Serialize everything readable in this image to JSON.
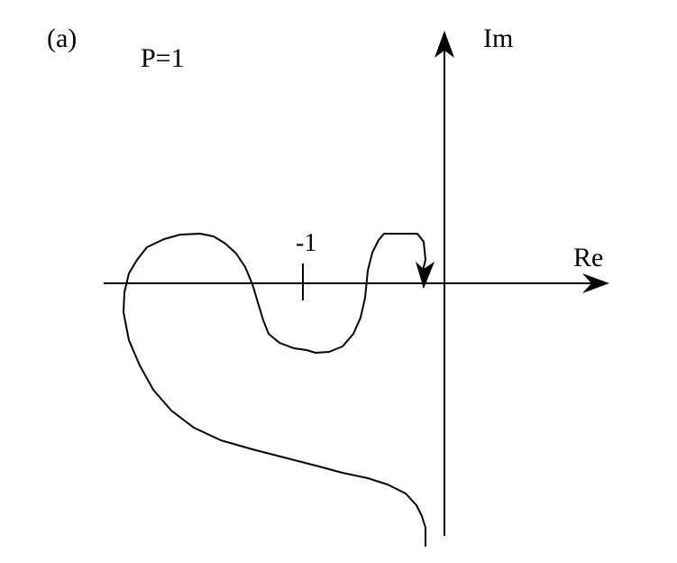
{
  "panel": {
    "label": "(a)",
    "parameter": "P=1"
  },
  "axes": {
    "real_label": "Re",
    "imag_label": "Im",
    "tick_label": "-1",
    "tick_value": -1
  },
  "colors": {
    "stroke": "#000000",
    "background": "#ffffff"
  }
}
